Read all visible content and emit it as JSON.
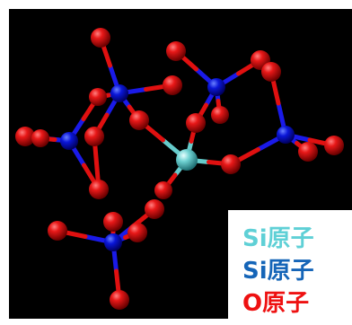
{
  "legend": {
    "items": [
      {
        "label": "Si原子",
        "color": "#5fd0d6"
      },
      {
        "label": "Si原子",
        "color": "#1565b8"
      },
      {
        "label": "O原子",
        "color": "#ee1111"
      }
    ]
  },
  "colors": {
    "background": "#000000",
    "center_si": "#66cccc",
    "si": "#0a16d8",
    "o": "#d0101a",
    "bond_o": "#e01010",
    "bond_si": "#1010e0"
  }
}
